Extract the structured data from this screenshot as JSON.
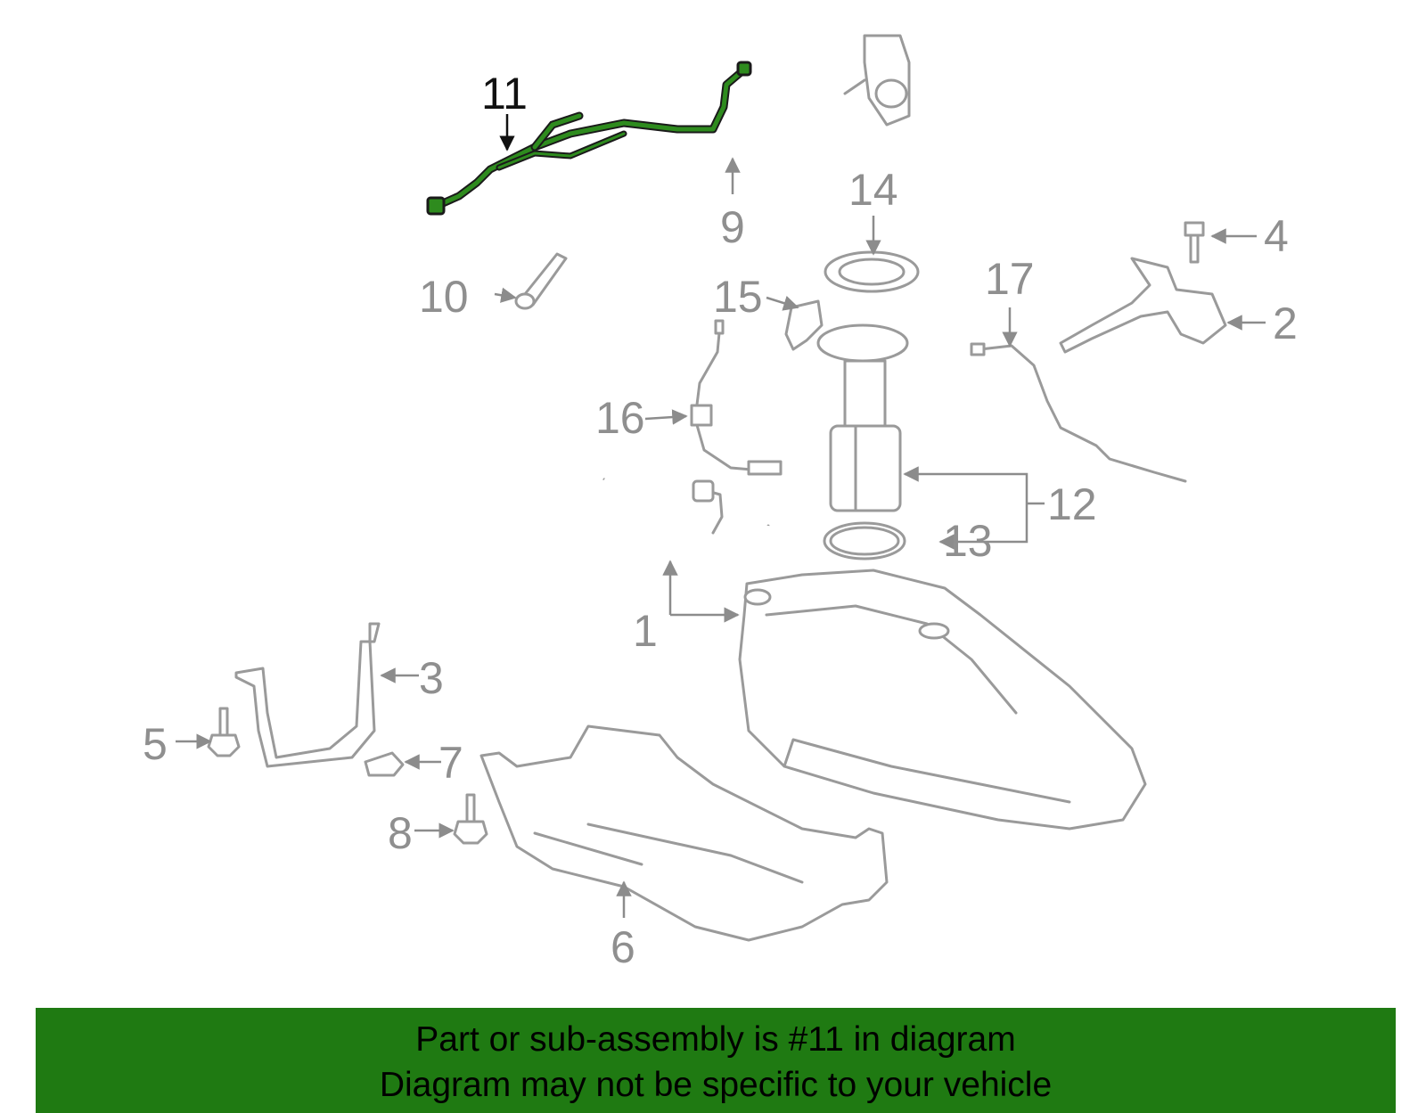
{
  "diagram": {
    "colors": {
      "part_stroke": "#9a9a9a",
      "highlight": "#2e8b1e",
      "banner": "#1f7a12"
    },
    "callouts": [
      {
        "id": "1",
        "label": "1"
      },
      {
        "id": "2",
        "label": "2"
      },
      {
        "id": "3",
        "label": "3"
      },
      {
        "id": "4",
        "label": "4"
      },
      {
        "id": "5",
        "label": "5"
      },
      {
        "id": "6",
        "label": "6"
      },
      {
        "id": "7",
        "label": "7"
      },
      {
        "id": "8",
        "label": "8"
      },
      {
        "id": "9",
        "label": "9"
      },
      {
        "id": "10",
        "label": "10"
      },
      {
        "id": "11",
        "label": "11",
        "highlighted": true
      },
      {
        "id": "12",
        "label": "12"
      },
      {
        "id": "13",
        "label": "13"
      },
      {
        "id": "14",
        "label": "14"
      },
      {
        "id": "15",
        "label": "15"
      },
      {
        "id": "16",
        "label": "16"
      },
      {
        "id": "17",
        "label": "17"
      }
    ]
  },
  "banner": {
    "line1": "Part or sub-assembly is #11 in diagram",
    "line2": "Diagram may not be specific to your vehicle"
  }
}
